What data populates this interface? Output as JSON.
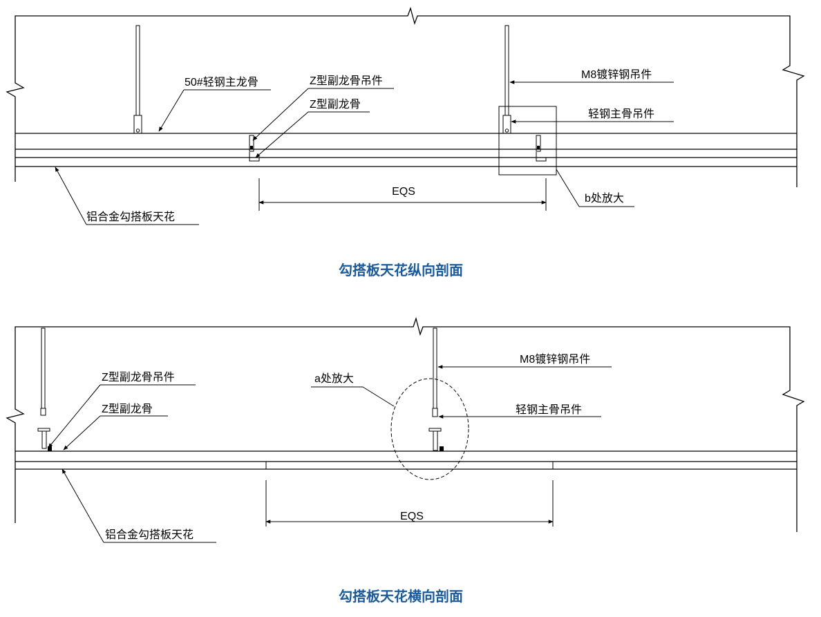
{
  "section_longitudinal": {
    "title": "勾搭板天花纵向剖面",
    "labels": {
      "main_keel": "50#轻钢主龙骨",
      "z_hanger": "Z型副龙骨吊件",
      "z_keel": "Z型副龙骨",
      "m8_hanger": "M8镀锌钢吊件",
      "main_hanger": "轻钢主骨吊件",
      "panel": "铝合金勾搭板天花",
      "spacing": "EQS",
      "detail": "b处放大"
    }
  },
  "section_transverse": {
    "title": "勾搭板天花横向剖面",
    "labels": {
      "z_hanger": "Z型副龙骨吊件",
      "z_keel": "Z型副龙骨",
      "detail": "a处放大",
      "m8_hanger": "M8镀锌钢吊件",
      "main_hanger": "轻钢主骨吊件",
      "panel": "铝合金勾搭板天花",
      "spacing": "EQS"
    }
  }
}
